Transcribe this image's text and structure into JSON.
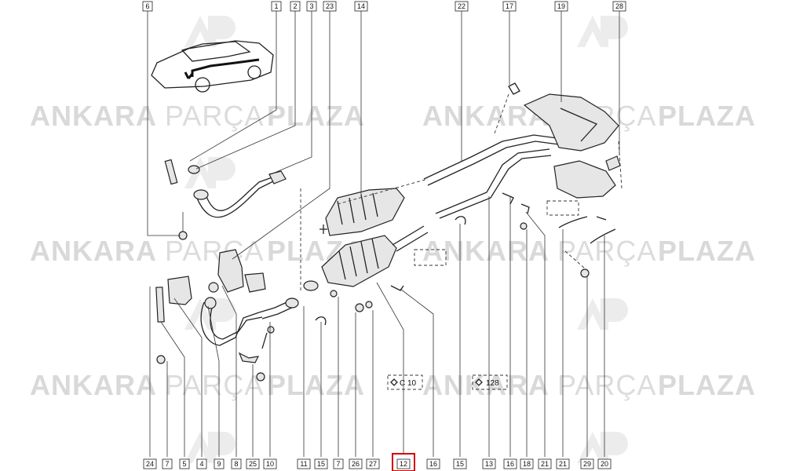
{
  "watermark": {
    "brand_bold": "ANKARA",
    "brand_light": "PARÇA",
    "brand_bold2": "PLAZA"
  },
  "top_labels": [
    "6",
    "1",
    "2",
    "3",
    "23",
    "14",
    "22",
    "17",
    "19",
    "28"
  ],
  "bottom_labels": [
    "24",
    "7",
    "5",
    "4",
    "9",
    "8",
    "25",
    "10",
    "11",
    "15",
    "7",
    "26",
    "27",
    "12",
    "16",
    "15",
    "13",
    "16",
    "18",
    "21",
    "21",
    "29",
    "20"
  ],
  "highlighted_label": "12",
  "highlight_color": "#d40000",
  "codes": [
    "C 10",
    "128"
  ]
}
